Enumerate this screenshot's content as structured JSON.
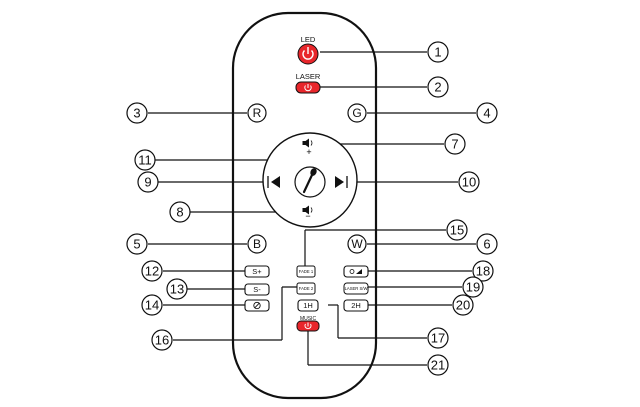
{
  "remote": {
    "led_label": "LED",
    "laser_label": "LASER",
    "music_label": "MUSIC",
    "buttons": {
      "r": "R",
      "g": "G",
      "b": "B",
      "w": "W",
      "s_plus": "S+",
      "s_minus": "S-",
      "fade_1": "FADE 1",
      "fade_2": "FADE 2",
      "laser_sw": "LASER S/W",
      "one_h": "1H",
      "two_h": "2H",
      "plus": "+",
      "minus": "−"
    }
  },
  "callouts": [
    "1",
    "2",
    "3",
    "4",
    "5",
    "6",
    "7",
    "8",
    "9",
    "10",
    "11",
    "12",
    "13",
    "14",
    "15",
    "16",
    "17",
    "18",
    "19",
    "20",
    "21"
  ],
  "colors": {
    "power_red": "#e8262b",
    "outline": "#111111"
  },
  "icons": {
    "power": "power-icon",
    "volume": "speaker-icon",
    "prev": "prev-track-icon",
    "next": "next-track-icon",
    "mic": "microphone-icon",
    "no_sound": "no-sound-icon",
    "mode": "mode-icon"
  }
}
